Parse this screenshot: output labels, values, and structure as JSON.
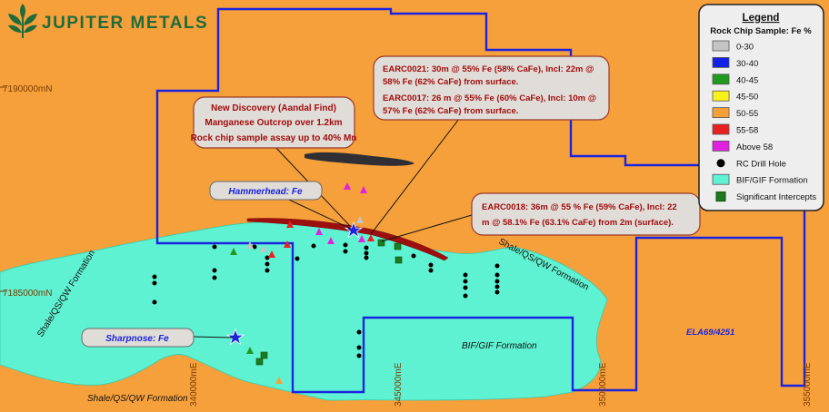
{
  "brand": {
    "name": "JUPITER METALS",
    "color": "#1f6b3a"
  },
  "colors": {
    "background": "#f6a03c",
    "formation": "#5ff2d2",
    "tenement_line": "#1a23e0",
    "ridge": "#9b0f0f",
    "callout_fill": "#e0dcd8",
    "callout_text": "#a10d0d"
  },
  "grid": {
    "northings": [
      "7190000mN",
      "7185000mN"
    ],
    "eastings": [
      "340000mE",
      "345000mE",
      "350000mE",
      "355000mE"
    ]
  },
  "callouts": {
    "discovery": [
      "New Discovery (Aandal Find)",
      "Manganese Outcrop over 1.2km",
      "Rock chip sample assay up to 40% Mn"
    ],
    "earc0021": [
      "EARC0021: 30m @ 55% Fe (58% CaFe), Incl: 22m @",
      "58% Fe (62% CaFe) from surface."
    ],
    "earc0017": [
      "EARC0017: 26 m @ 55% Fe (60% CaFe), Incl: 10m @",
      "57% Fe (62% CaFe) from surface."
    ],
    "earc0018": [
      "EARC0018: 36m @ 55 % Fe (59% CaFe), Incl: 22",
      "m @ 58.1% Fe (63.1% CaFe) from 2m (surface)."
    ],
    "hammerhead": "Hammerhead: Fe",
    "sharpnose": "Sharpnose: Fe"
  },
  "labels": {
    "shale_right": "Shale/QS/QW Formation",
    "shale_left": "Shale/QS/QW Formation",
    "shale_bottom": "Shale/QS/QW Formation",
    "bif": "BIF/GIF Formation",
    "ela": "ELA69/4251"
  },
  "legend": {
    "title": "Legend",
    "subtitle": "Rock Chip Sample: Fe %",
    "items": [
      {
        "type": "swatch",
        "color": "#c4c4c4",
        "label": "0-30"
      },
      {
        "type": "swatch",
        "color": "#1520e6",
        "label": "30-40"
      },
      {
        "type": "swatch",
        "color": "#1f9a1f",
        "label": "40-45"
      },
      {
        "type": "swatch",
        "color": "#f7f21c",
        "label": "45-50"
      },
      {
        "type": "swatch",
        "color": "#f6a03c",
        "label": "50-55"
      },
      {
        "type": "swatch",
        "color": "#ea1f1f",
        "label": "55-58"
      },
      {
        "type": "swatch",
        "color": "#e022e0",
        "label": "Above 58"
      },
      {
        "type": "dot",
        "color": "#000000",
        "label": "RC Drill Hole"
      },
      {
        "type": "swatch",
        "color": "#5ff2d2",
        "label": "BIF/GIF Formation"
      },
      {
        "type": "square",
        "color": "#1d7a1d",
        "label": "Significant Intercepts"
      }
    ]
  }
}
